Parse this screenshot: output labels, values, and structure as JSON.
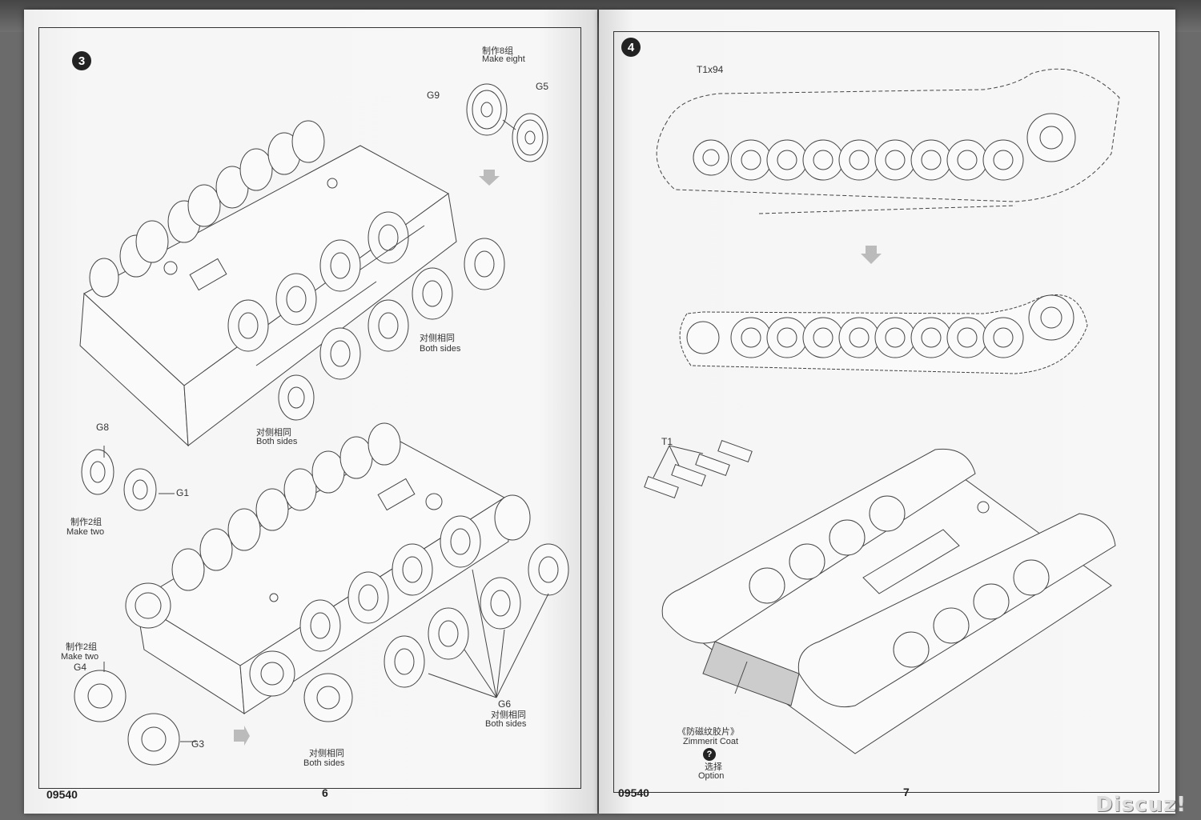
{
  "left_page": {
    "step_number": "3",
    "labels": {
      "make_eight_cn": "制作8组",
      "make_eight": "Make eight",
      "both_sides_1_cn": "对侧相同",
      "both_sides_1": "Both sides",
      "both_sides_2_cn": "对侧相同",
      "both_sides_2": "Both sides",
      "make_two_1_cn": "制作2组",
      "make_two_1": "Make two",
      "make_two_2_cn": "制作2组",
      "make_two_2": "Make two",
      "both_sides_3_cn": "对侧相同",
      "both_sides_3": "Both sides",
      "both_sides_4_cn": "对侧相同",
      "both_sides_4": "Both sides"
    },
    "parts": {
      "g9": "G9",
      "g5": "G5",
      "g8": "G8",
      "g1": "G1",
      "g4": "G4",
      "g3": "G3",
      "g6": "G6"
    },
    "footer_code": "09540",
    "page_number": "6"
  },
  "right_page": {
    "step_number": "4",
    "parts": {
      "t1x94": "T1x94",
      "t1": "T1"
    },
    "labels": {
      "zimmerit_cn": "《防磁纹胶片》",
      "zimmerit": "Zimmerit Coat",
      "option_cn": "选择",
      "option": "Option",
      "option_icon": "?"
    },
    "footer_code": "09540",
    "page_number": "7"
  },
  "watermark": "Discuz!"
}
